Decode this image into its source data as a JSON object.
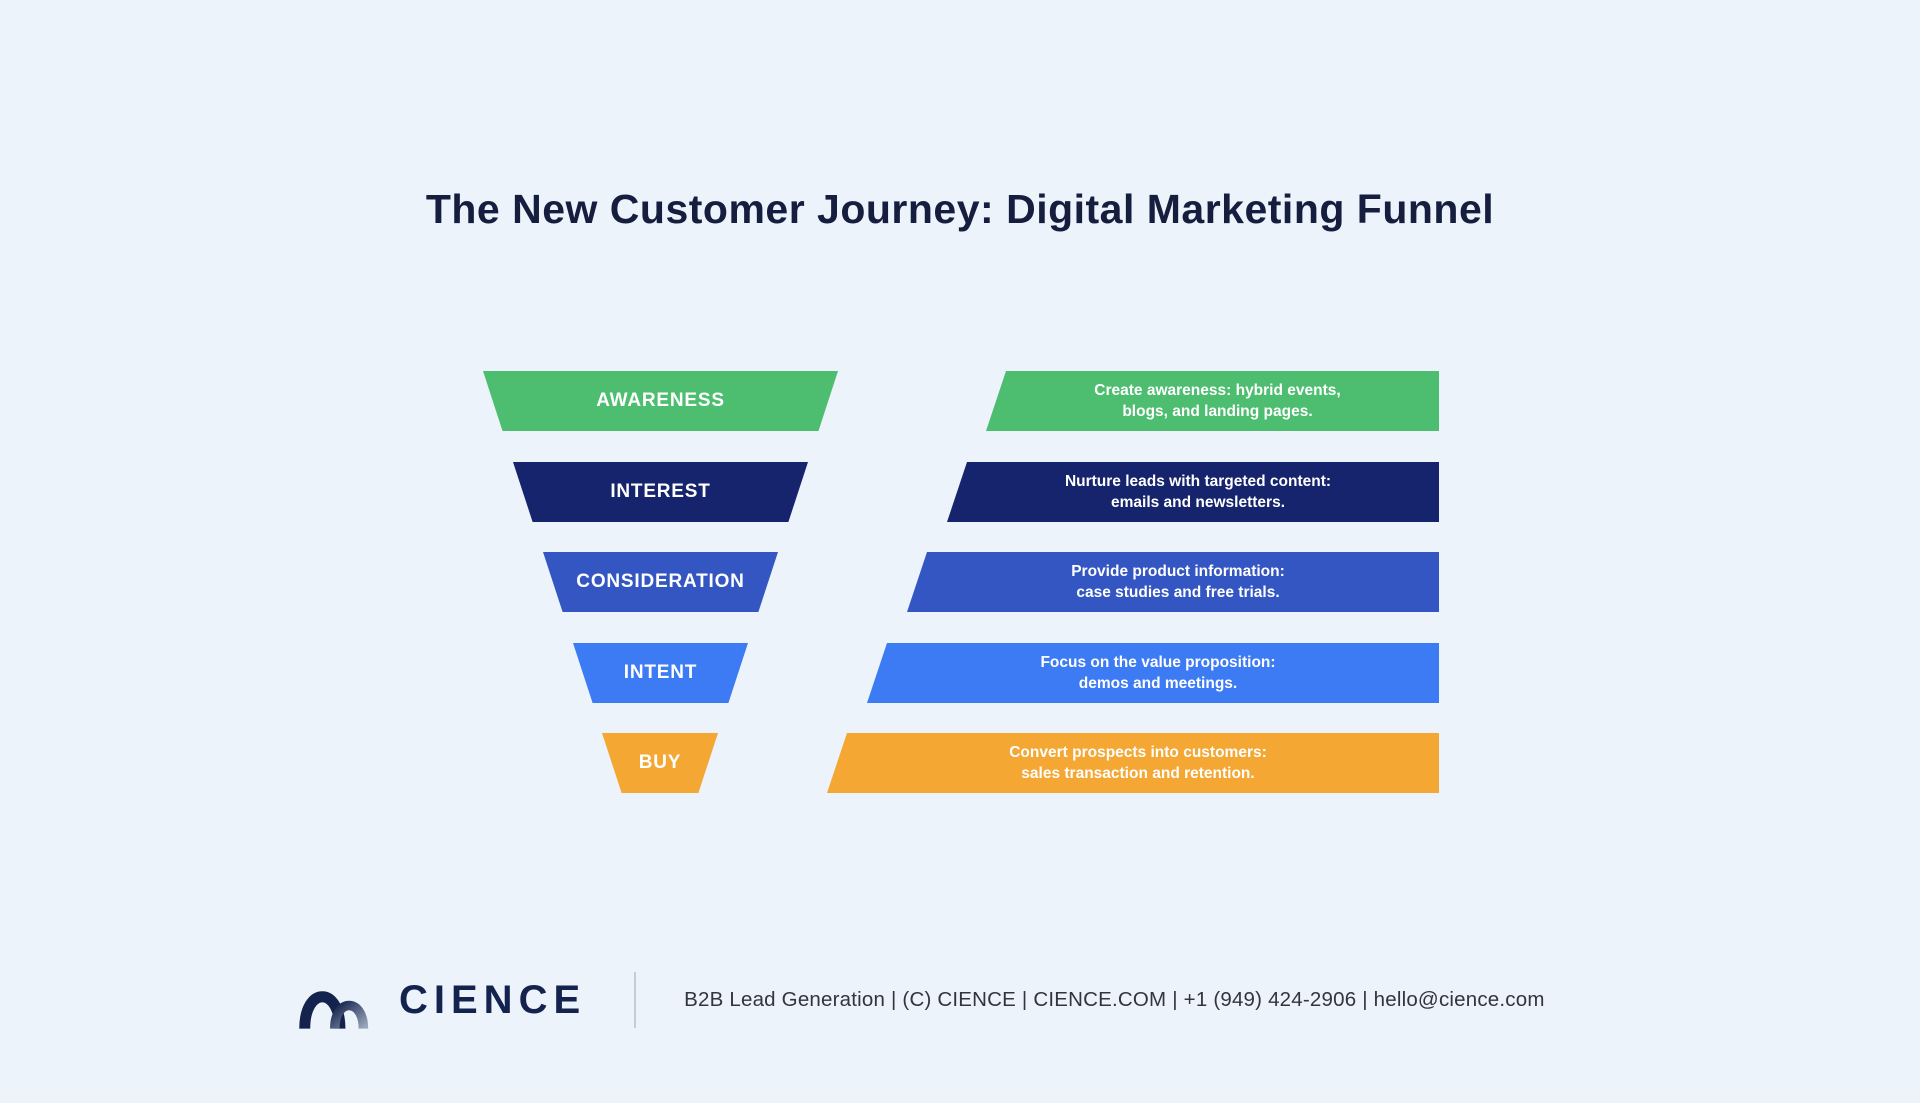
{
  "title": "The New Customer Journey: Digital Marketing Funnel",
  "colors": {
    "background": "#EDF3FA",
    "title_text": "#161E3F",
    "stage_text": "#FFFFFF",
    "wordmark_text": "#14224E",
    "footer_text": "#33343E",
    "divider": "#C6CCD8"
  },
  "funnel": {
    "stages": [
      {
        "label": "AWARENESS",
        "color": "#4DBE70",
        "desc_line1": "Create awareness: hybrid events,",
        "desc_line2": "blogs, and landing pages."
      },
      {
        "label": "INTEREST",
        "color": "#16246D",
        "desc_line1": "Nurture leads with targeted content:",
        "desc_line2": "emails and newsletters."
      },
      {
        "label": "CONSIDERATION",
        "color": "#3356C3",
        "desc_line1": "Provide product information:",
        "desc_line2": "case studies and free trials."
      },
      {
        "label": "INTENT",
        "color": "#3D7BF5",
        "desc_line1": "Focus on the value proposition:",
        "desc_line2": "demos and meetings."
      },
      {
        "label": "BUY",
        "color": "#F5A733",
        "desc_line1": "Convert prospects into customers:",
        "desc_line2": "sales transaction and retention."
      }
    ]
  },
  "footer": {
    "brand": "CIENCE",
    "logo_icon": "cience-arches-logo",
    "info": "B2B Lead Generation | (C) CIENCE | CIENCE.COM | +1 (949) 424-2906 | hello@cience.com"
  }
}
